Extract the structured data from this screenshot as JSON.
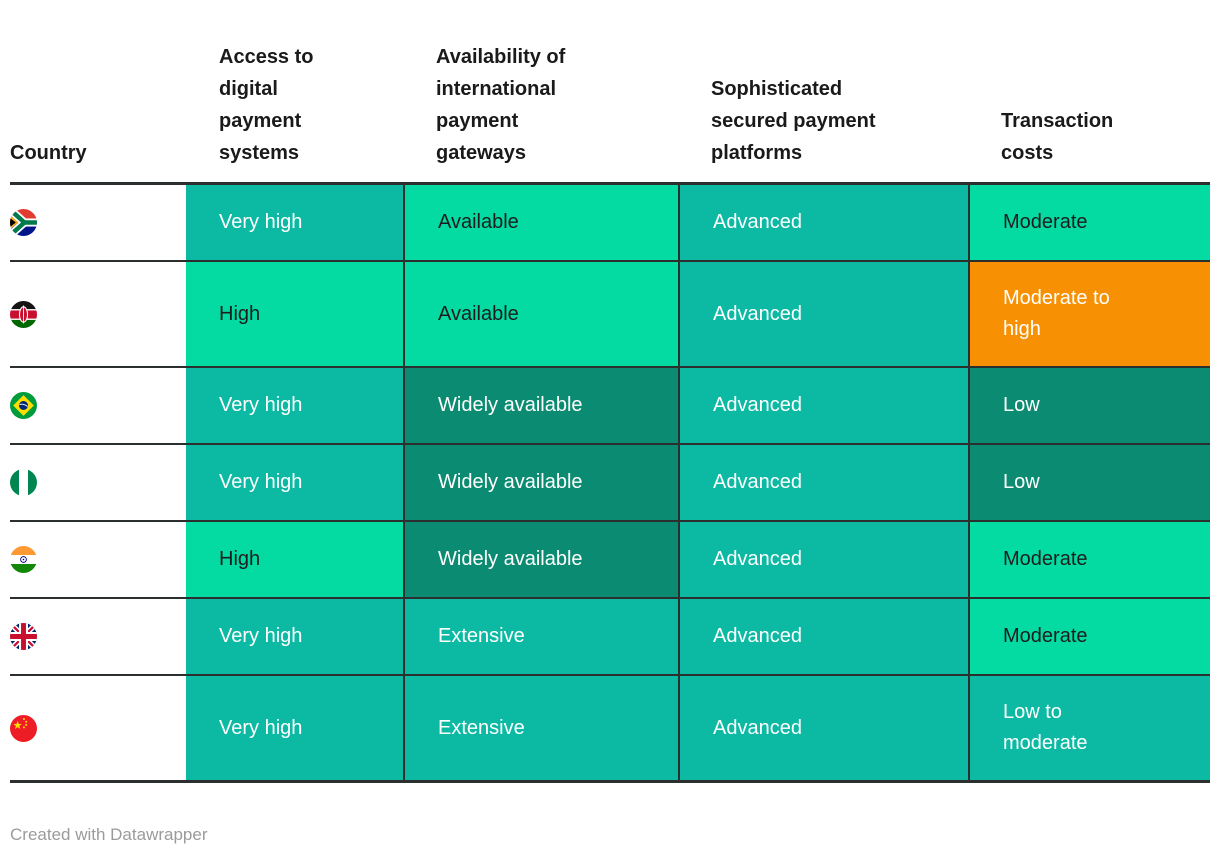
{
  "chart_data": {
    "type": "table",
    "columns": [
      "Country",
      "Access to digital payment systems",
      "Availability of international payment gateways",
      "Sophisticated secured payment platforms",
      "Transaction costs"
    ],
    "rows": [
      {
        "country": "South Africa",
        "values": [
          "Very high",
          "Available",
          "Advanced",
          "Moderate"
        ],
        "tones": [
          "medium",
          "bright",
          "medium",
          "bright"
        ]
      },
      {
        "country": "Kenya",
        "values": [
          "High",
          "Available",
          "Advanced",
          "Moderate to high"
        ],
        "tones": [
          "bright",
          "bright",
          "medium",
          "orange"
        ]
      },
      {
        "country": "Brazil",
        "values": [
          "Very high",
          "Widely available",
          "Advanced",
          "Low"
        ],
        "tones": [
          "medium",
          "dark",
          "medium",
          "dark"
        ]
      },
      {
        "country": "Nigeria",
        "values": [
          "Very high",
          "Widely available",
          "Advanced",
          "Low"
        ],
        "tones": [
          "medium",
          "dark",
          "medium",
          "dark"
        ]
      },
      {
        "country": "India",
        "values": [
          "High",
          "Widely available",
          "Advanced",
          "Moderate"
        ],
        "tones": [
          "bright",
          "dark",
          "medium",
          "bright"
        ]
      },
      {
        "country": "United Kingdom",
        "values": [
          "Very high",
          "Extensive",
          "Advanced",
          "Moderate"
        ],
        "tones": [
          "medium",
          "medium",
          "medium",
          "bright"
        ]
      },
      {
        "country": "China",
        "values": [
          "Very high",
          "Extensive",
          "Advanced",
          "Low to moderate"
        ],
        "tones": [
          "medium",
          "medium",
          "medium",
          "medium"
        ]
      }
    ],
    "legend": "none",
    "grid": "dark rules between rows and columns"
  },
  "colors": {
    "bright": {
      "bg": "#03DBA3",
      "text": "#1d1d1d"
    },
    "medium": {
      "bg": "#0CBAA4",
      "text": "#ffffff"
    },
    "dark": {
      "bg": "#0B8C72",
      "text": "#ffffff"
    },
    "orange": {
      "bg": "#F79103",
      "text": "#ffffff"
    },
    "rule": "#2b2f2e"
  },
  "footer": {
    "credit": "Created with Datawrapper"
  }
}
